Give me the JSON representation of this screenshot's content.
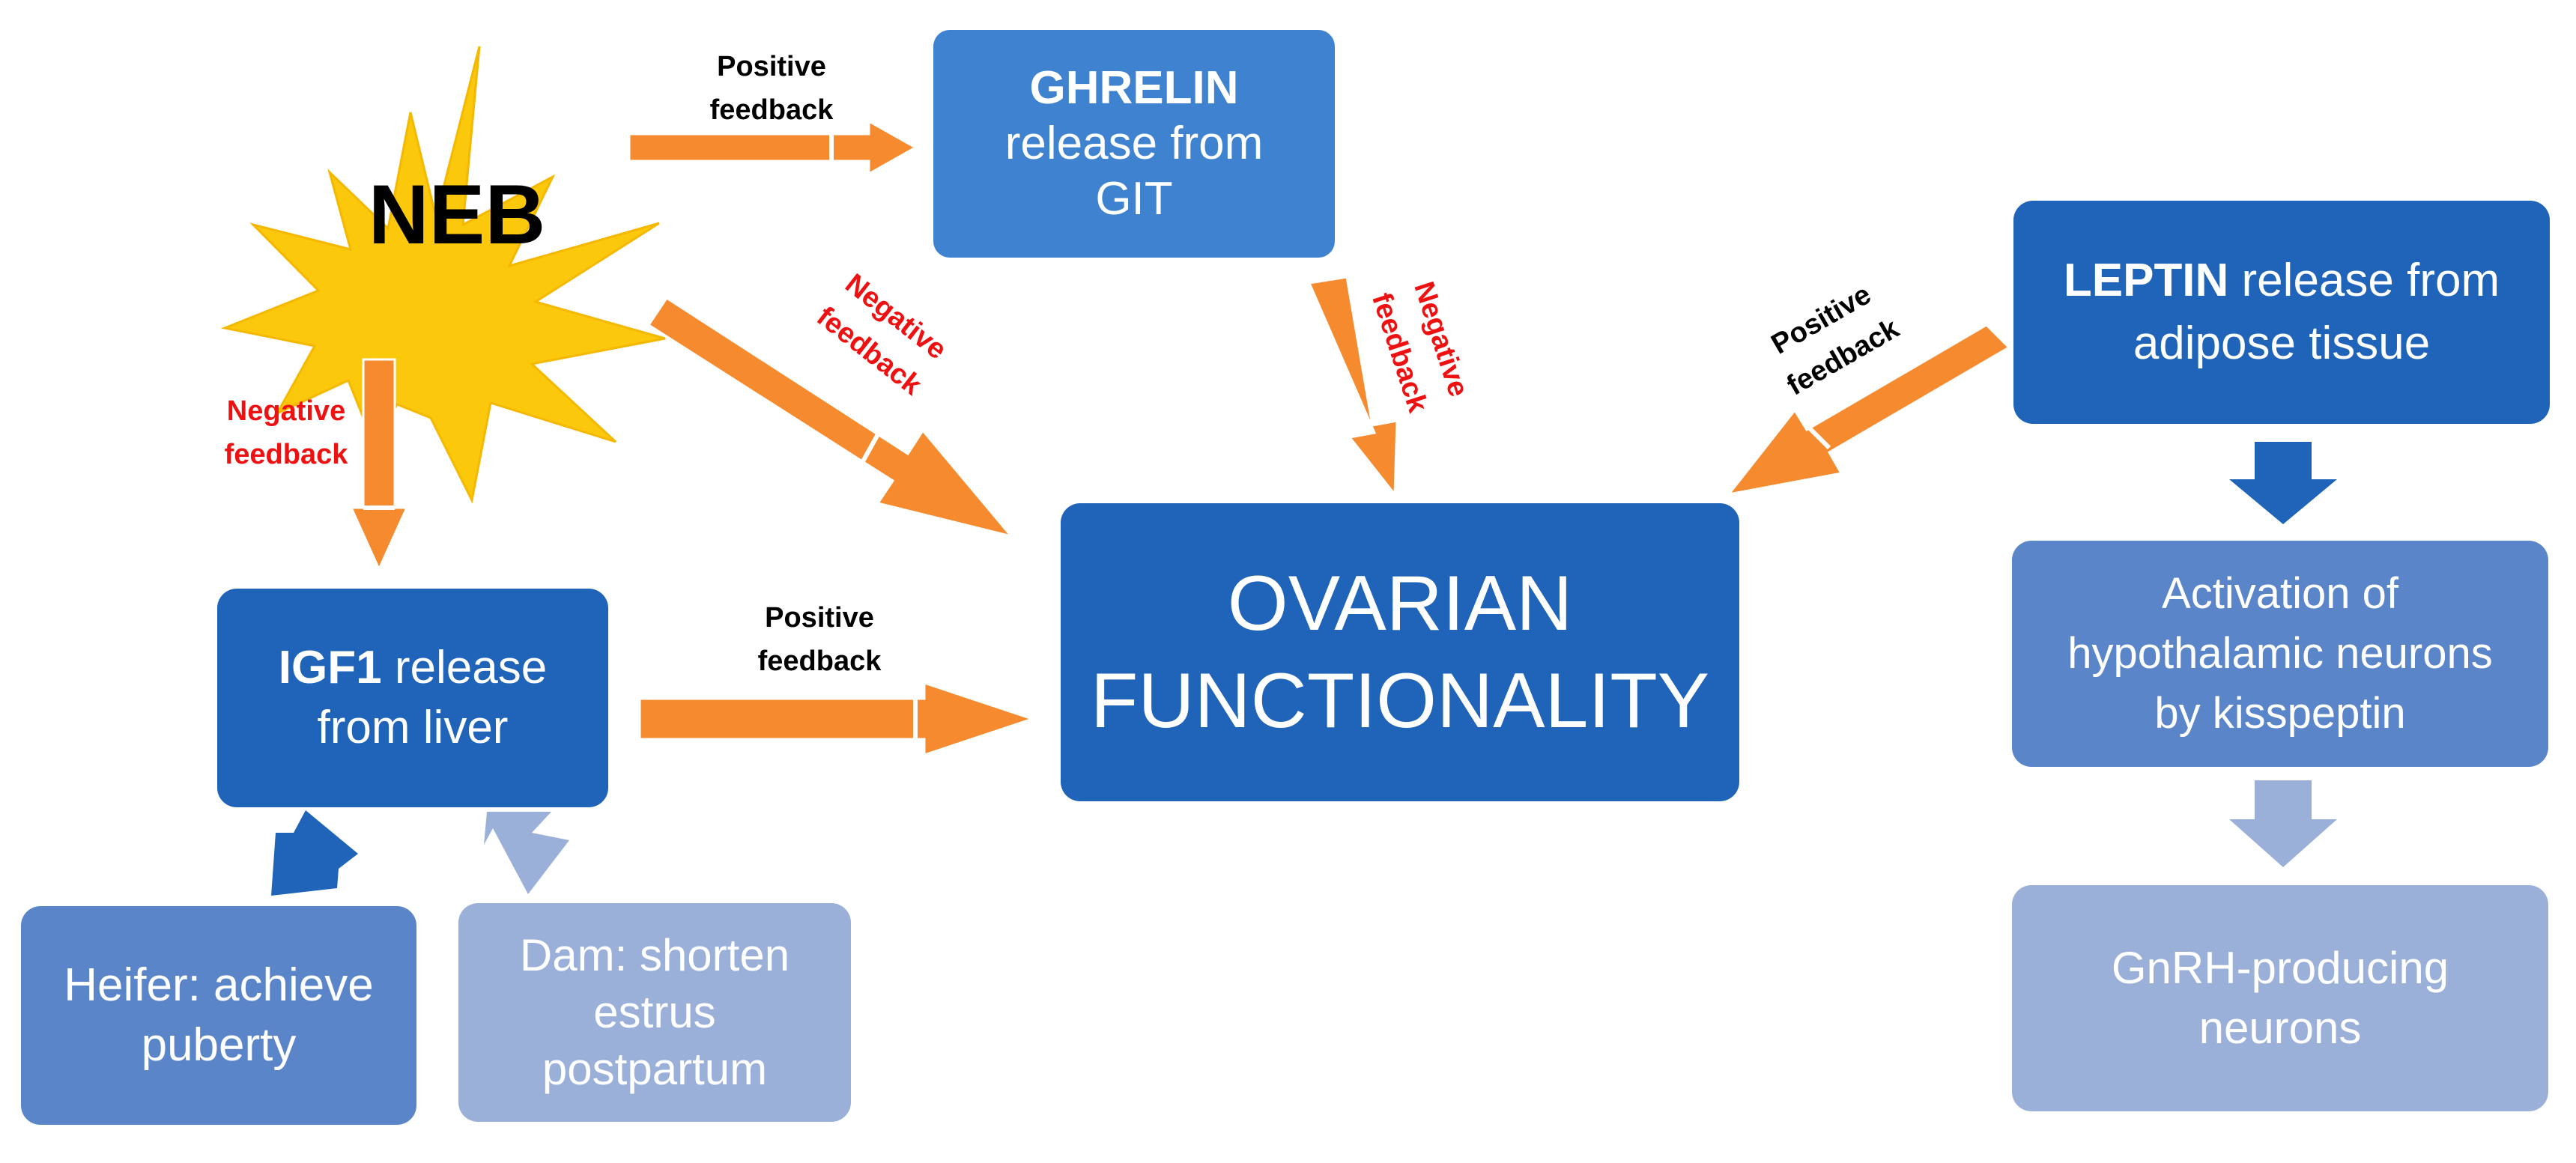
{
  "colors": {
    "dark_blue": "#1f64b8",
    "mid_blue": "#3f82d0",
    "light_blue": "#5b85c9",
    "pale_blue": "#9bb0d9",
    "arrow_orange": "#f58a2e",
    "star_yellow": "#fcc80b",
    "negative_red": "#ee1111",
    "positive_black": "#000000"
  },
  "neb": {
    "label": "NEB"
  },
  "ghrelin": {
    "name": "GHRELIN",
    "line1": "release from",
    "line2": "GIT"
  },
  "leptin": {
    "name": "LEPTIN",
    "line1": " release from",
    "line2": "adipose tissue"
  },
  "ovarian": {
    "line1": "OVARIAN",
    "line2": "FUNCTIONALITY"
  },
  "igf1": {
    "name": "IGF1",
    "line1": " release",
    "line2": "from liver"
  },
  "heifer": {
    "line1": "Heifer: achieve",
    "line2": "puberty"
  },
  "dam": {
    "line1": "Dam: shorten",
    "line2": "estrus",
    "line3": "postpartum"
  },
  "kisspeptin": {
    "line1": "Activation of",
    "line2": "hypothalamic neurons",
    "line3": "by kisspeptin"
  },
  "gnrh": {
    "line1": "GnRH-producing",
    "line2": "neurons"
  },
  "feedback_labels": {
    "neb_to_ghrelin": {
      "line1": "Positive",
      "line2": "feedback"
    },
    "neb_to_ovarian": {
      "line1": "Negative",
      "line2": "feedback"
    },
    "ghrelin_to_ovarian": {
      "line1": "Negative",
      "line2": "feedback"
    },
    "leptin_to_ovarian": {
      "line1": "Positive",
      "line2": "feedback"
    },
    "neb_to_igf1": {
      "line1": "Negative",
      "line2": "feedback"
    },
    "igf1_to_ovarian": {
      "line1": "Positive",
      "line2": "feedback"
    }
  }
}
